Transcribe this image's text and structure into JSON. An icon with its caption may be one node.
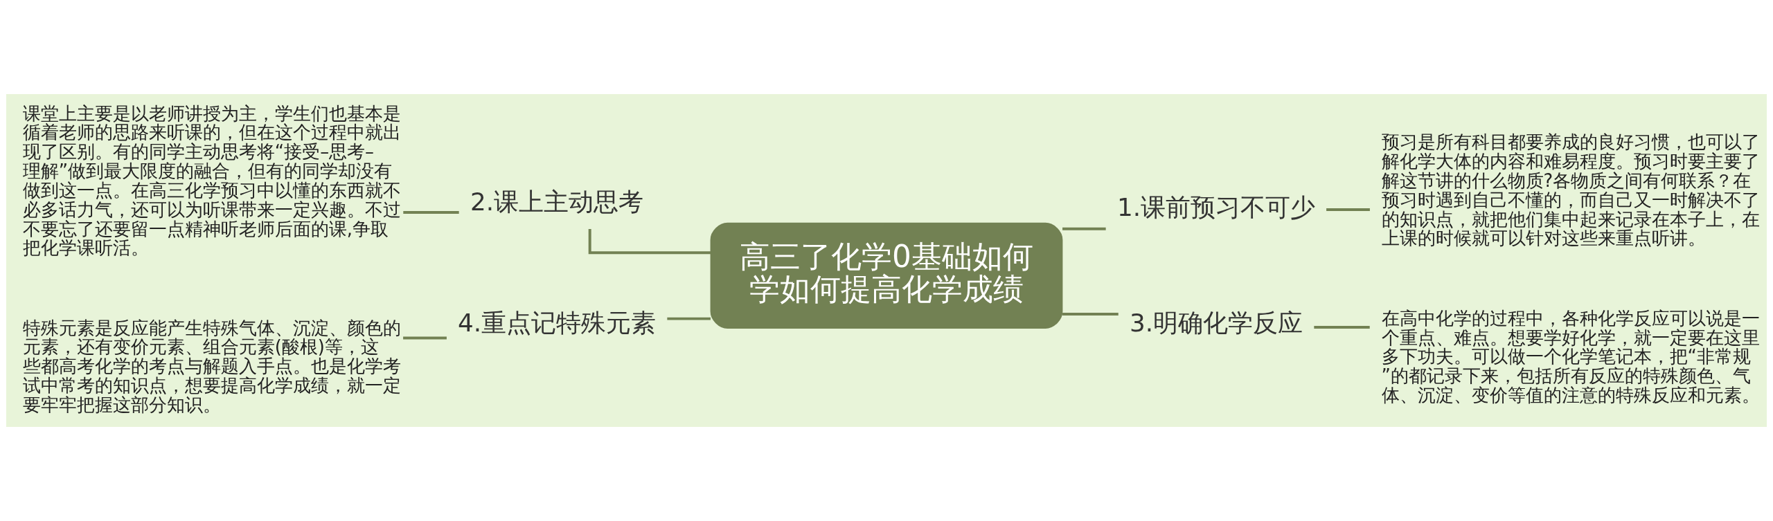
{
  "diagram": {
    "nodes": [
      {
        "text": [
          "高三了化学0基础如何学如何提高化学成绩"
        ]
      },
      {
        "text": [
          "1.课前预习不可少"
        ]
      },
      {
        "text": [
          "预习是所有科目都要养成的良好习惯，也可以了解化学大体的内容和难易程度。预习时要主要了解这节讲的什么物质?各物质之间有何联系？在预习时遇到自己不懂的，而自己又一时解决不了的知识点，就把他们集中起来记录在本子上，在上课的时候就可以针对这些来重点听讲。"
        ]
      },
      {
        "text": [
          "2.课上主动思考"
        ]
      },
      {
        "text": [
          "课堂上主要是以老师讲授为主，学生们也基本是循着老师的思路来听课的，但在这个过程中就出现了区别。有的同学主动思考将“接受–思考–理解”做到最大限度的融合，但有的同学却没有做到这一点。在高三化学预习中以懂的东西就不必多话力气，还可以为听课带来一定兴趣。不过不要忘了还要留一点精神听老师后面的课,争取把化学课听活。"
        ]
      },
      {
        "text": [
          "3.明确化学反应"
        ]
      },
      {
        "text": [
          "在高中化学的过程中，各种化学反应可以说是一个重点、难点。想要学好化学，就一定要在这里多下功夫。可以做一个化学笔记本，把“非常规”的都记录下来，包括所有反应的特殊颜色、气体、沉淀、变价等值的注意的特殊反应和元素。"
        ]
      },
      {
        "text": [
          "4.重点记特殊元素"
        ]
      },
      {
        "text": [
          "特殊元素是反应能产生特殊气体、沉淀、颜色的元素，还有变价元素、组合元素(酸根)等，这些都高考化学的考点与解题入手点。也是化学考试中常考的知识点，想要提高化学成绩，就一定要牢牢把握这部分知识。"
        ]
      }
    ],
    "edges": [
      {
        "from": 0,
        "to": 1,
        "arrow": "none"
      },
      {
        "from": 1,
        "to": 2,
        "arrow": "none"
      },
      {
        "from": 0,
        "to": 3,
        "arrow": "none"
      },
      {
        "from": 3,
        "to": 4,
        "arrow": "none"
      },
      {
        "from": 0,
        "to": 5,
        "arrow": "none"
      },
      {
        "from": 5,
        "to": 6,
        "arrow": "none"
      },
      {
        "from": 0,
        "to": 7,
        "arrow": "none"
      },
      {
        "from": 7,
        "to": 8,
        "arrow": "none"
      }
    ]
  }
}
